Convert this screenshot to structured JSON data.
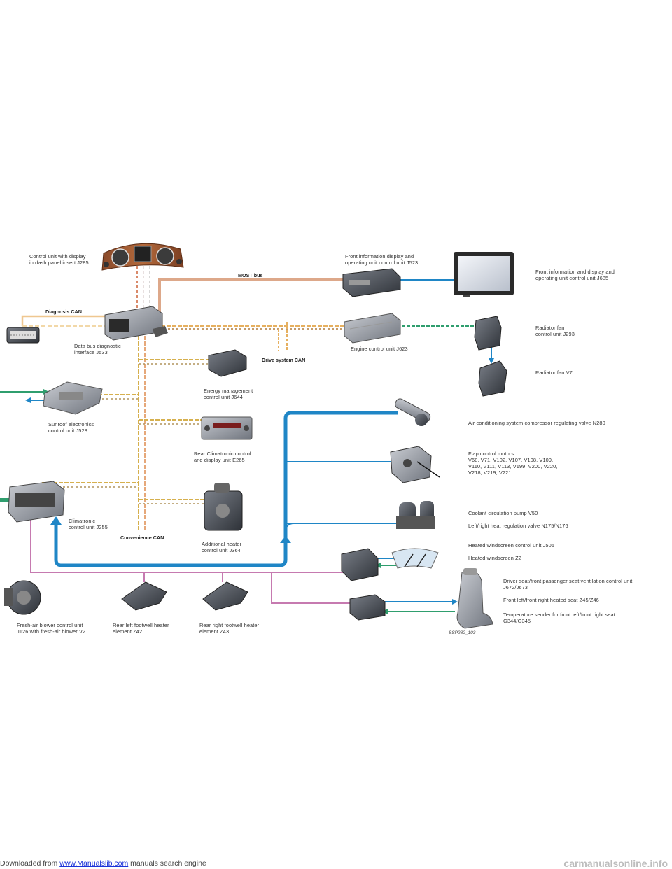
{
  "header": {
    "prefix": "Downloaded from ",
    "link": "www.Manualslib.com",
    "suffix": " manuals search engine"
  },
  "watermark": "carmanualsonline.info",
  "buses": {
    "most": "MOST bus",
    "diagnosis": "Diagnosis CAN",
    "drive": "Drive system CAN",
    "convenience": "Convenience CAN"
  },
  "figure_code": "SSP282_103",
  "labels": {
    "j285": "Control unit with display\nin dash panel insert J285",
    "j523": "Front information display and\noperating unit control unit J523",
    "j685": "Front information and display and\noperating unit control unit J685",
    "j533": "Data bus diagnostic\ninterface J533",
    "j623": "Engine control unit J623",
    "j293": "Radiator fan\ncontrol unit J293",
    "v7": "Radiator fan V7",
    "j644": "Energy management\ncontrol unit J644",
    "j528": "Sunroof electronics\ncontrol unit J528",
    "n280": "Air conditioning system compressor regulating valve N280",
    "e265": "Rear Climatronic control\nand display unit E265",
    "flap": "Flap control motors\nV68, V71, V102, V107, V108, V109,\nV110, V111, V113, V199, V200, V220,\nV218, V219, V221",
    "j255": "Climatronic\ncontrol unit J255",
    "v50": "Coolant circulation pump V50",
    "n175": "Left/right heat regulation valve N175/N176",
    "j364": "Additional heater\ncontrol unit J364",
    "j505": "Heated windscreen control unit J505",
    "z2": "Heated windscreen Z2",
    "j672": "Driver seat/front passenger seat ventilation control unit\nJ672/J673",
    "z45": "Front left/front right heated seat Z45/Z46",
    "g344": "Temperature sender for front left/front right seat\nG344/G345",
    "j126": "Fresh-air blower control unit\nJ126 with fresh-air blower V2",
    "z42": "Rear left footwell heater\n element Z42",
    "z43": "Rear right footwell heater\n element Z43"
  },
  "colors": {
    "most": "#dda88a",
    "diagnosis": "#efc790",
    "drive": "#e6b060",
    "convenience": "#d6b04e",
    "lin": "#c67ab0",
    "signal": "#1f86c6",
    "return": "#2f9e6e"
  }
}
